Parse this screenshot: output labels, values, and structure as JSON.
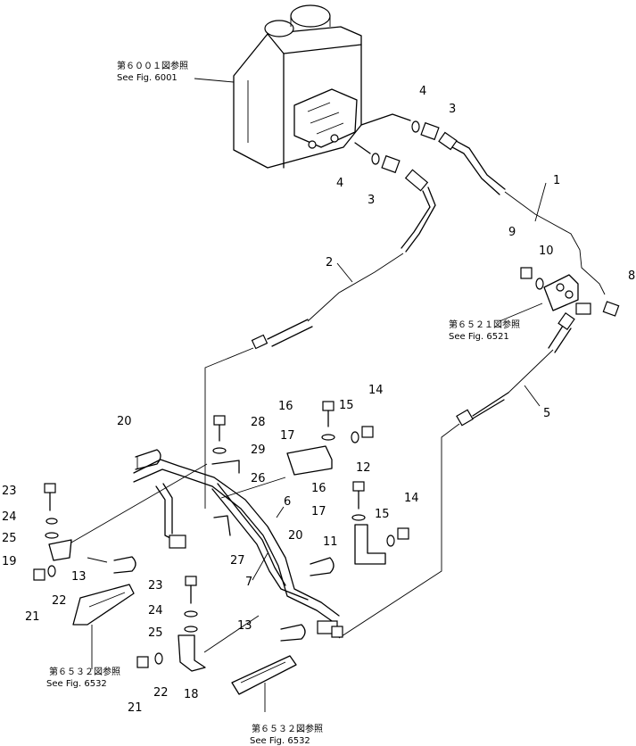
{
  "callouts": [
    {
      "id": "c1",
      "text": "1"
    },
    {
      "id": "c2",
      "text": "2"
    },
    {
      "id": "c3a",
      "text": "3"
    },
    {
      "id": "c3b",
      "text": "3"
    },
    {
      "id": "c4a",
      "text": "4"
    },
    {
      "id": "c4b",
      "text": "4"
    },
    {
      "id": "c5",
      "text": "5"
    },
    {
      "id": "c6",
      "text": "6"
    },
    {
      "id": "c7",
      "text": "7"
    },
    {
      "id": "c8",
      "text": "8"
    },
    {
      "id": "c9",
      "text": "9"
    },
    {
      "id": "c10",
      "text": "10"
    },
    {
      "id": "c11",
      "text": "11"
    },
    {
      "id": "c12",
      "text": "12"
    },
    {
      "id": "c13a",
      "text": "13"
    },
    {
      "id": "c13b",
      "text": "13"
    },
    {
      "id": "c14a",
      "text": "14"
    },
    {
      "id": "c14b",
      "text": "14"
    },
    {
      "id": "c15a",
      "text": "15"
    },
    {
      "id": "c15b",
      "text": "15"
    },
    {
      "id": "c16a",
      "text": "16"
    },
    {
      "id": "c16b",
      "text": "16"
    },
    {
      "id": "c17a",
      "text": "17"
    },
    {
      "id": "c17b",
      "text": "17"
    },
    {
      "id": "c18",
      "text": "18"
    },
    {
      "id": "c19",
      "text": "19"
    },
    {
      "id": "c20a",
      "text": "20"
    },
    {
      "id": "c20b",
      "text": "20"
    },
    {
      "id": "c21a",
      "text": "21"
    },
    {
      "id": "c21b",
      "text": "21"
    },
    {
      "id": "c22a",
      "text": "22"
    },
    {
      "id": "c22b",
      "text": "22"
    },
    {
      "id": "c23a",
      "text": "23"
    },
    {
      "id": "c23b",
      "text": "23"
    },
    {
      "id": "c24a",
      "text": "24"
    },
    {
      "id": "c24b",
      "text": "24"
    },
    {
      "id": "c25a",
      "text": "25"
    },
    {
      "id": "c25b",
      "text": "25"
    },
    {
      "id": "c26",
      "text": "26"
    },
    {
      "id": "c27",
      "text": "27"
    },
    {
      "id": "c28",
      "text": "28"
    },
    {
      "id": "c29",
      "text": "29"
    }
  ],
  "references": {
    "fig6001": {
      "jp": "第６００１図参照",
      "en": "See Fig. 6001"
    },
    "fig6521": {
      "jp": "第６５２１図参照",
      "en": "See Fig. 6521"
    },
    "fig6532a": {
      "jp": "第６５３２図参照",
      "en": "See Fig. 6532"
    },
    "fig6532b": {
      "jp": "第６５３２図参照",
      "en": "See Fig. 6532"
    }
  }
}
